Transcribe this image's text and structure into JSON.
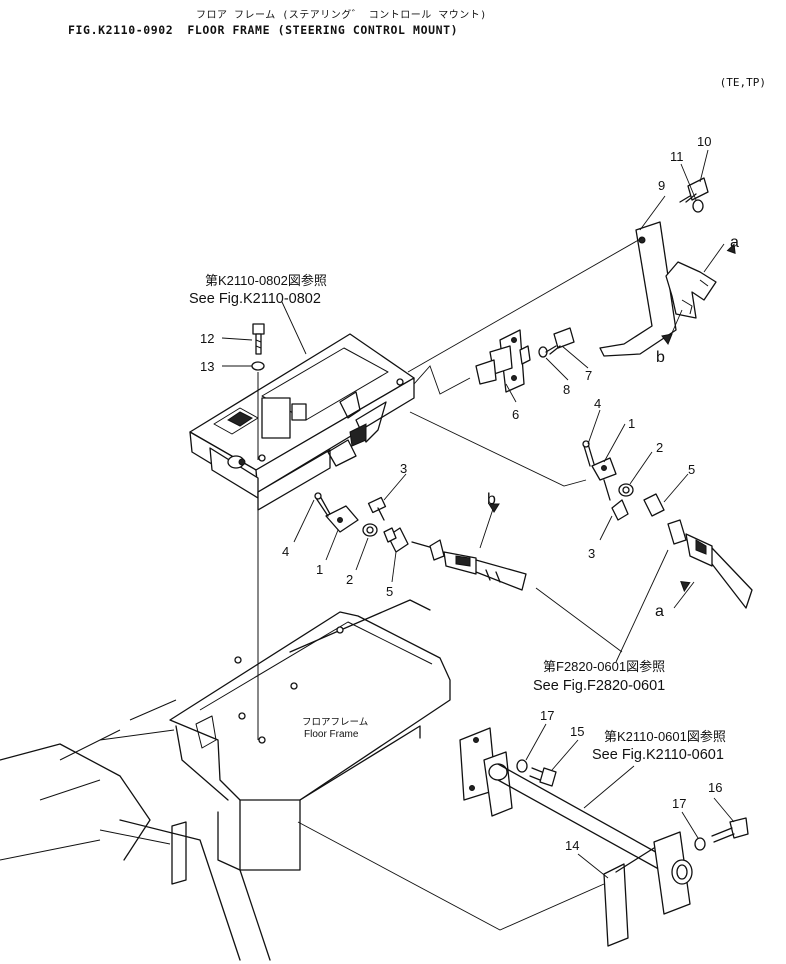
{
  "header": {
    "title_jp": "フロア フレーム (ステアリング゛ コントロール マウント)",
    "fig_number": "FIG.K2110-0902",
    "title_en": "FLOOR FRAME (STEERING CONTROL MOUNT)",
    "model_codes": "(TE,TP)"
  },
  "references": {
    "k2110_0802_jp": "第K2110-0802図参照",
    "k2110_0802_en": "See Fig.K2110-0802",
    "f2820_0601_jp": "第F2820-0601図参照",
    "f2820_0601_en": "See Fig.F2820-0601",
    "k2110_0601_jp": "第K2110-0601図参照",
    "k2110_0601_en": "See Fig.K2110-0601"
  },
  "floor_frame_label": {
    "jp": "フロアフレーム",
    "en": "Floor Frame"
  },
  "part_callouts": {
    "p1": "1",
    "p2": "2",
    "p3": "3",
    "p4": "4",
    "p5": "5",
    "p6": "6",
    "p7": "7",
    "p8": "8",
    "p9": "9",
    "p10": "10",
    "p11": "11",
    "p12": "12",
    "p13": "13",
    "p14": "14",
    "p15": "15",
    "p16": "16",
    "p17": "17"
  },
  "connection_markers": {
    "a": "a",
    "b": "b"
  }
}
